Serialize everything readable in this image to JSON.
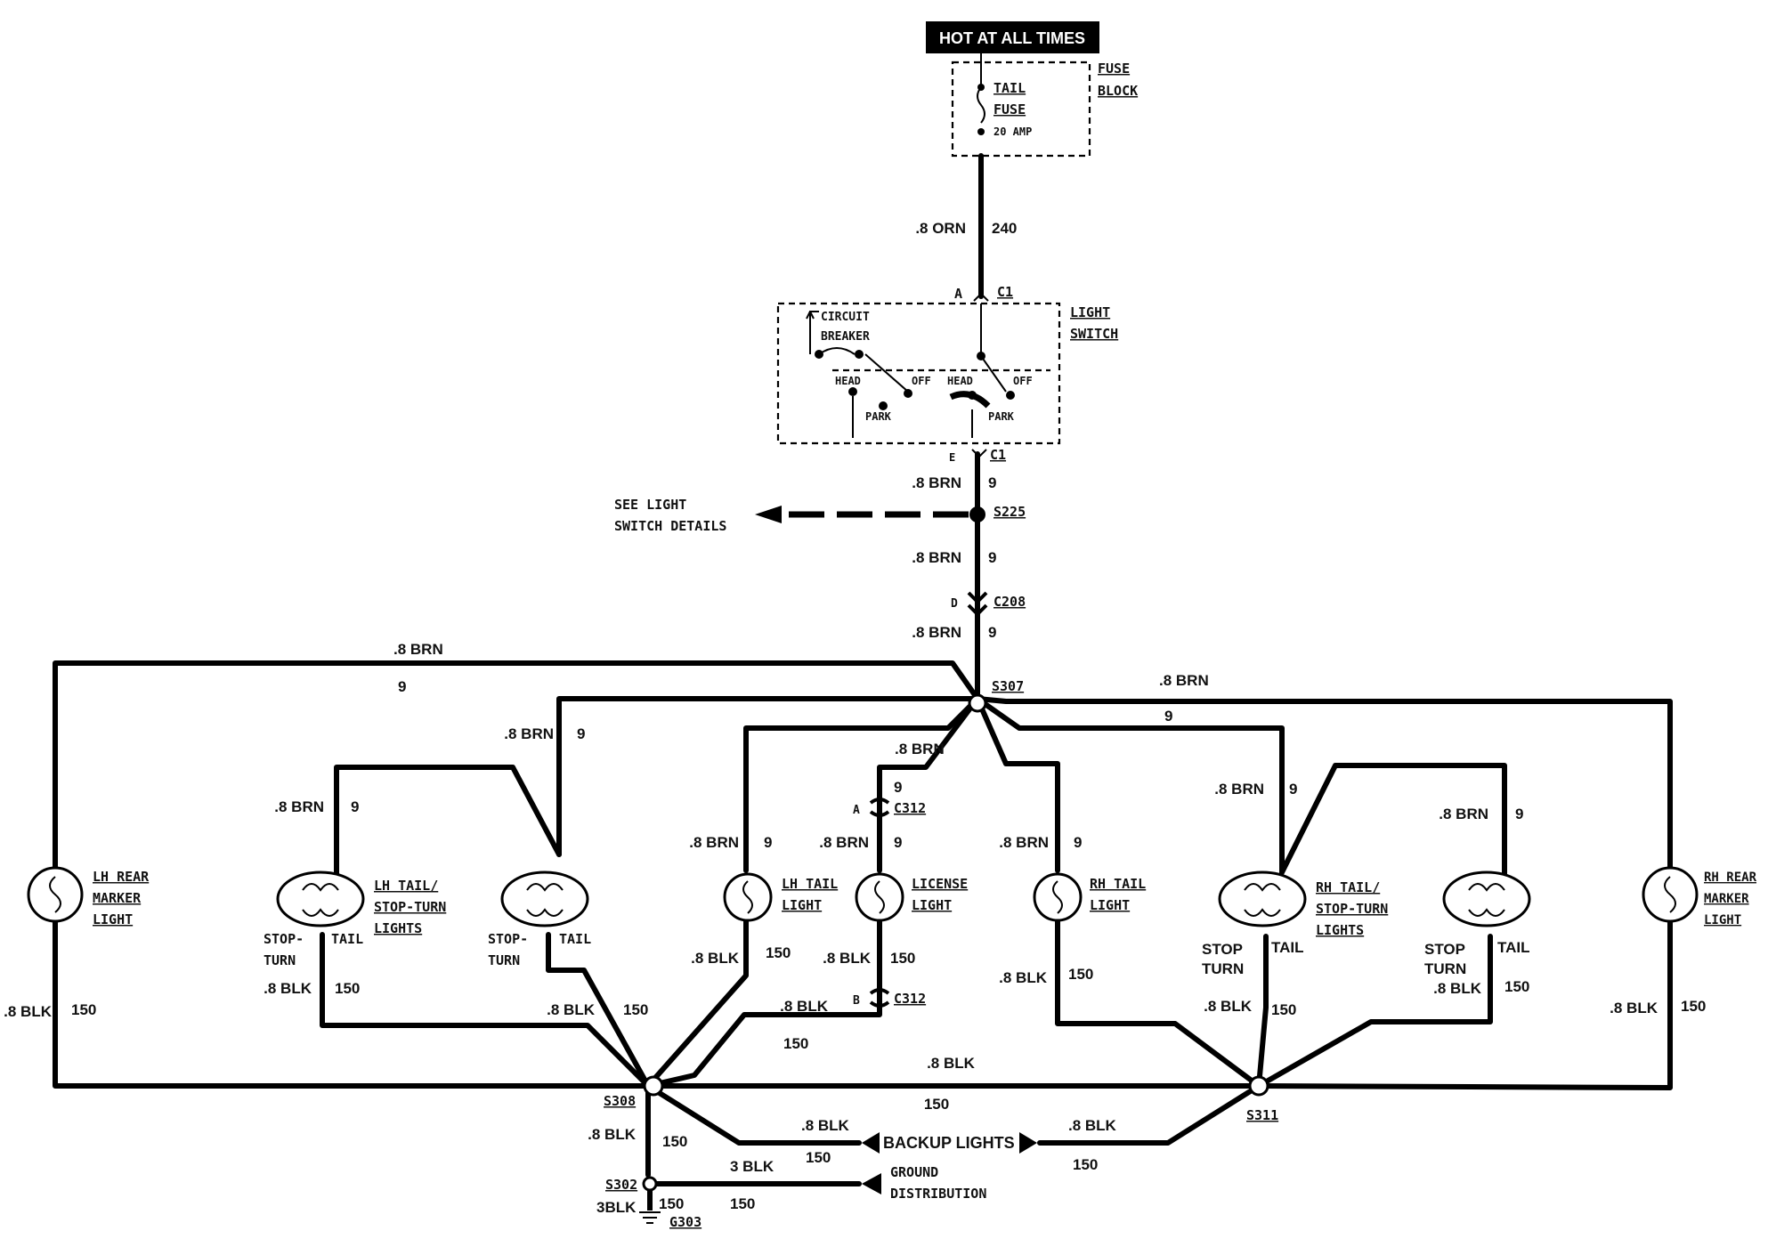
{
  "header": {
    "hot_label": "HOT AT ALL TIMES"
  },
  "fuse_block": {
    "label_line1": "FUSE",
    "label_line2": "BLOCK",
    "fuse_name_line1": "TAIL",
    "fuse_name_line2": "FUSE",
    "fuse_rating": "20 AMP"
  },
  "feed_wire": {
    "gauge_color": ".8 ORN",
    "circuit": "240"
  },
  "light_switch": {
    "label_line1": "LIGHT",
    "label_line2": "SWITCH",
    "connector_top_pin": "A",
    "connector_top": "C1",
    "connector_bottom_pin": "E",
    "connector_bottom": "C1",
    "breaker_line1": "CIRCUIT",
    "breaker_line2": "BREAKER",
    "left_head": "HEAD",
    "left_off": "OFF",
    "left_park": "PARK",
    "right_head": "HEAD",
    "right_off": "OFF",
    "right_park": "PARK"
  },
  "brn_wire": {
    "gauge_color": ".8 BRN",
    "circuit": "9"
  },
  "blk_wire": {
    "gauge_color": ".8 BLK",
    "circuit": "150"
  },
  "see_details": {
    "line1": "SEE LIGHT",
    "line2": "SWITCH DETAILS"
  },
  "splices": {
    "s225": "S225",
    "s307": "S307",
    "s308": "S308",
    "s311": "S311",
    "s302": "S302"
  },
  "connectors": {
    "c208_pin": "D",
    "c208": "C208",
    "c312_a_pin": "A",
    "c312_a": "C312",
    "c312_b_pin": "B",
    "c312_b": "C312"
  },
  "lamps": {
    "lh_rear_marker": [
      "LH REAR",
      "MARKER",
      "LIGHT"
    ],
    "lh_tail_stop": [
      "LH TAIL/",
      "STOP-TURN",
      "LIGHTS"
    ],
    "lh_tail": [
      "LH TAIL",
      "LIGHT"
    ],
    "license": [
      "LICENSE",
      "LIGHT"
    ],
    "rh_tail": [
      "RH TAIL",
      "LIGHT"
    ],
    "rh_tail_stop": [
      "RH TAIL/",
      "STOP-TURN",
      "LIGHTS"
    ],
    "rh_rear_marker": [
      "RH REAR",
      "MARKER",
      "LIGHT"
    ]
  },
  "filament_labels": {
    "stop_turn_small": [
      "STOP-",
      "TURN"
    ],
    "stop_turn_large": [
      "STOP",
      "TURN"
    ],
    "tail": "TAIL"
  },
  "bottom": {
    "backup_lights": "BACKUP LIGHTS",
    "ground_line1": "GROUND",
    "ground_line2": "DISTRIBUTION",
    "ground_wire_a": "3 BLK",
    "ground_wire_b": "3BLK",
    "ground": "G303"
  }
}
